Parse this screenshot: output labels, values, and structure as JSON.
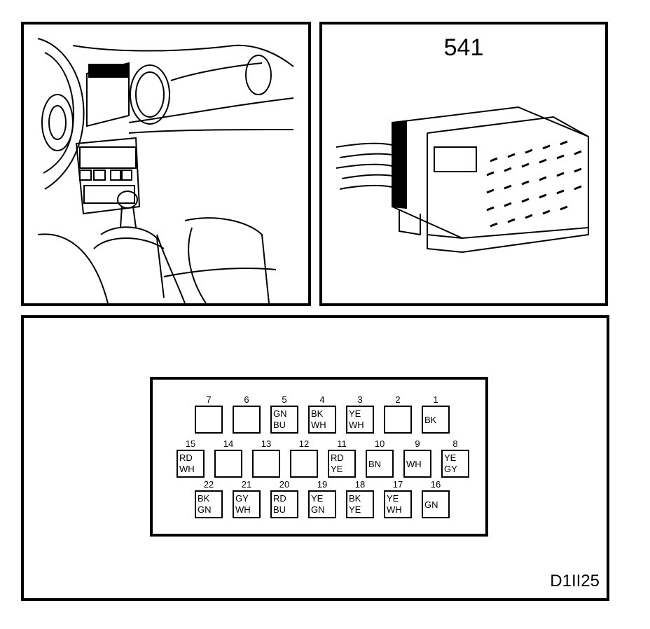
{
  "connector_label": "541",
  "figure_code": "D1II25",
  "pins": [
    {
      "num": "7",
      "color": ""
    },
    {
      "num": "6",
      "color": ""
    },
    {
      "num": "5",
      "color": "GN\nBU"
    },
    {
      "num": "4",
      "color": "BK\nWH"
    },
    {
      "num": "3",
      "color": "YE\nWH"
    },
    {
      "num": "2",
      "color": ""
    },
    {
      "num": "1",
      "color": "BK"
    },
    {
      "num": "15",
      "color": "RD\nWH"
    },
    {
      "num": "14",
      "color": ""
    },
    {
      "num": "13",
      "color": ""
    },
    {
      "num": "12",
      "color": ""
    },
    {
      "num": "11",
      "color": "RD\nYE"
    },
    {
      "num": "10",
      "color": "BN"
    },
    {
      "num": "9",
      "color": "WH"
    },
    {
      "num": "8",
      "color": "YE\nGY"
    },
    {
      "num": "22",
      "color": "BK\nGN"
    },
    {
      "num": "21",
      "color": "GY\nWH"
    },
    {
      "num": "20",
      "color": "RD\nBU"
    },
    {
      "num": "19",
      "color": "YE\nGN"
    },
    {
      "num": "18",
      "color": "BK\nYE"
    },
    {
      "num": "17",
      "color": "YE\nWH"
    },
    {
      "num": "16",
      "color": "GN"
    }
  ]
}
